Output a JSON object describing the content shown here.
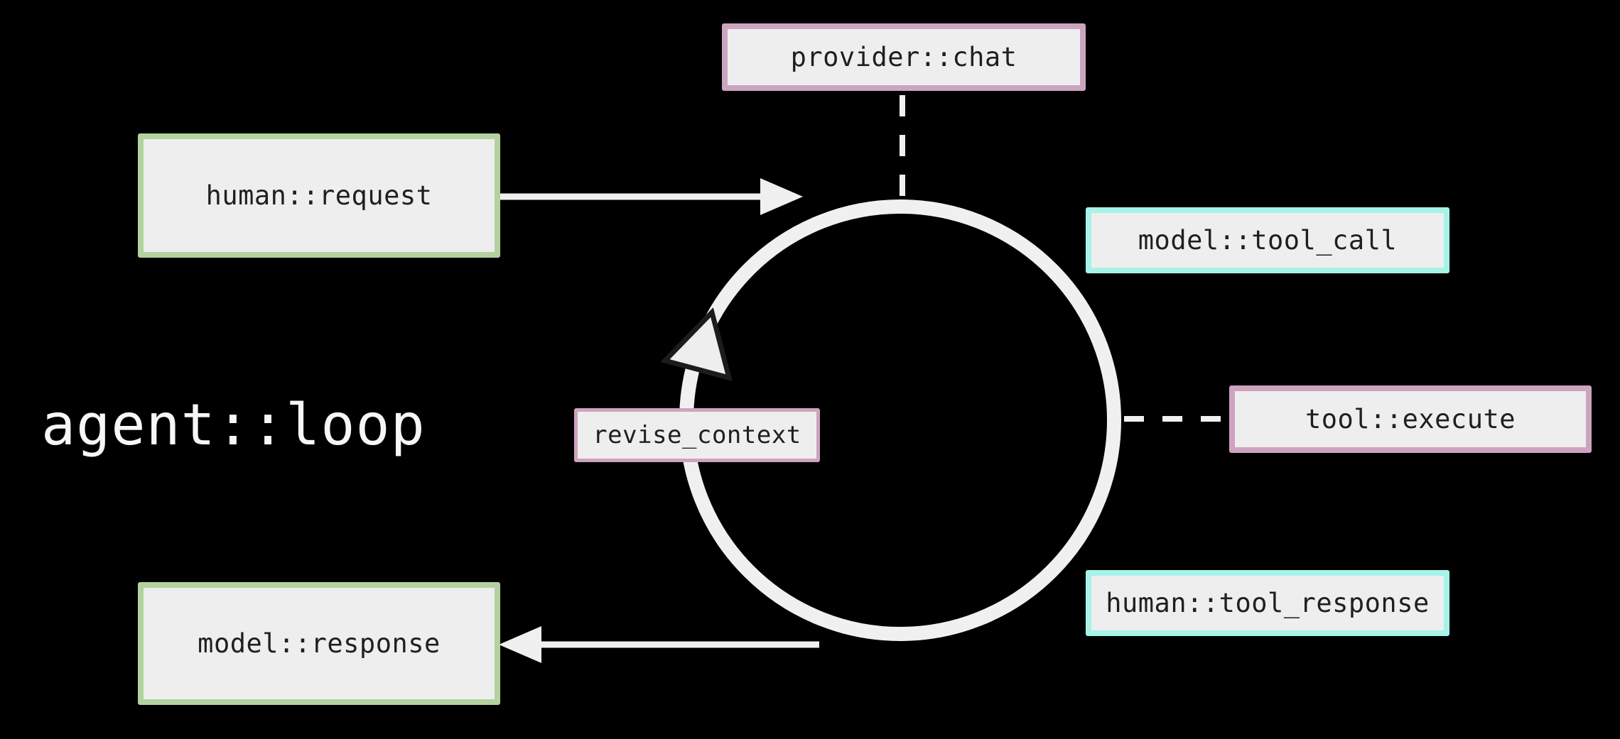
{
  "diagram": {
    "title": "agent::loop",
    "type": "cycle-diagram",
    "nodes": [
      {
        "id": "provider-chat",
        "label": "provider::chat",
        "border": "pink",
        "connection": "dashed line to top of loop circle"
      },
      {
        "id": "human-request",
        "label": "human::request",
        "border": "green",
        "connection": "solid arrow pointing into upper-left of loop circle"
      },
      {
        "id": "model-tool-call",
        "label": "model::tool_call",
        "border": "cyan",
        "connection": "none"
      },
      {
        "id": "tool-execute",
        "label": "tool::execute",
        "border": "pink",
        "connection": "dashed line to right of loop circle"
      },
      {
        "id": "human-tool-response",
        "label": "human::tool_response",
        "border": "cyan",
        "connection": "none"
      },
      {
        "id": "model-response",
        "label": "model::response",
        "border": "green",
        "connection": "solid arrow from bottom of loop circle pointing into box"
      },
      {
        "id": "revise-context",
        "label": "revise_context",
        "border": "pink",
        "connection": "sits on left arc of loop circle"
      }
    ],
    "loop": {
      "shape": "circle",
      "direction_marker": "triangle arrowhead on upper-left arc"
    },
    "colors": {
      "background": "#000000",
      "box_fill": "#eeeeee",
      "line": "#f0f0f0",
      "green": "#b3d29f",
      "cyan": "#a7f3e8",
      "pink": "#cda4bf",
      "text_dark": "#1f1f1f",
      "text_light": "#f7f7f7",
      "arrowhead_outline": "#1c1c1c"
    }
  }
}
